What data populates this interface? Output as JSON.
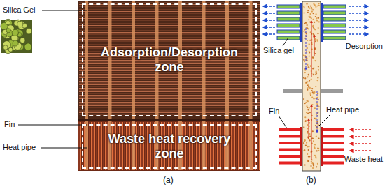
{
  "diagram": {
    "nodes": [
      {
        "text": [
          "Adsorption/Desorption zone"
        ]
      },
      {
        "text": [
          "Waste heat recovery zone"
        ]
      }
    ],
    "labels": [
      "Silica Gel",
      "Fin",
      "Heat pipe",
      "(a)",
      "Silica gel",
      "Desorption",
      "Fin",
      "Heat pipe",
      "Waste heat",
      "(b)"
    ]
  }
}
